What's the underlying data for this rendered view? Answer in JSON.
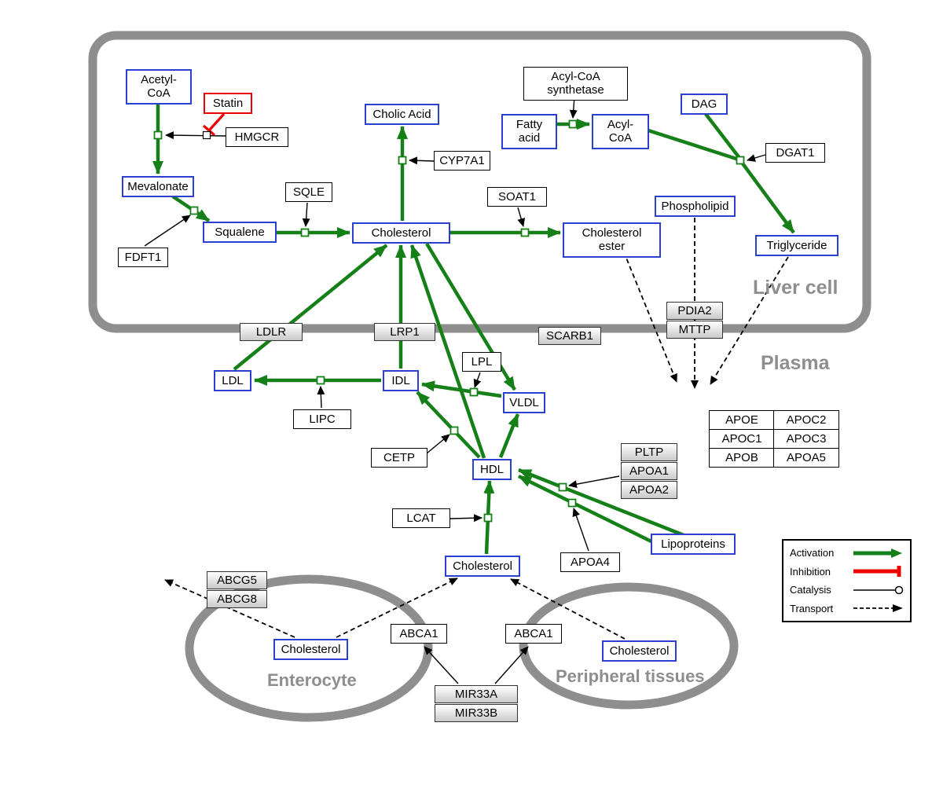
{
  "regions": {
    "liver_cell": "Liver cell",
    "plasma": "Plasma",
    "enterocyte": "Enterocyte",
    "peripheral": "Peripheral tissues"
  },
  "metabolites": {
    "acetyl_coa": "Acetyl-CoA",
    "mevalonate": "Mevalonate",
    "squalene": "Squalene",
    "cholesterol_liver": "Cholesterol",
    "cholic_acid": "Cholic Acid",
    "fatty_acid": "Fatty acid",
    "acyl_coa": "Acyl-CoA",
    "dag": "DAG",
    "phospholipid": "Phospholipid",
    "cholesterol_ester": "Cholesterol ester",
    "triglyceride": "Triglyceride",
    "ldl": "LDL",
    "idl": "IDL",
    "vldl": "VLDL",
    "hdl": "HDL",
    "lipoproteins": "Lipoproteins",
    "cholesterol_plasma": "Cholesterol",
    "cholesterol_enterocyte": "Cholesterol",
    "cholesterol_peripheral": "Cholesterol"
  },
  "drugs": {
    "statin": "Statin"
  },
  "enzymes": {
    "hmgcr": "HMGCR",
    "fdft1": "FDFT1",
    "sqle": "SQLE",
    "cyp7a1": "CYP7A1",
    "soat1": "SOAT1",
    "acyl_coa_synthetase": "Acyl-CoA synthetase",
    "dgat1": "DGAT1",
    "lipc": "LIPC",
    "lpl": "LPL",
    "cetp": "CETP",
    "lcat": "LCAT",
    "apoa4": "APOA4"
  },
  "transporters": {
    "ldlr": "LDLR",
    "lrp1": "LRP1",
    "scarb1": "SCARB1",
    "pdia2": "PDIA2",
    "mttp": "MTTP",
    "abcg5": "ABCG5",
    "abcg8": "ABCG8",
    "abca1_left": "ABCA1",
    "abca1_right": "ABCA1",
    "pltp": "PLTP",
    "apoa1": "APOA1",
    "apoa2": "APOA2",
    "mir33a": "MIR33A",
    "mir33b": "MIR33B"
  },
  "apo_table": {
    "rows": [
      [
        "APOE",
        "APOC2"
      ],
      [
        "APOC1",
        "APOC3"
      ],
      [
        "APOB",
        "APOA5"
      ]
    ]
  },
  "legend": {
    "activation": "Activation",
    "inhibition": "Inhibition",
    "catalysis": "Catalysis",
    "transport": "Transport"
  },
  "colors": {
    "metabolite_border": "#2b3fd0",
    "enzyme_border": "#000000",
    "activation_green": "#168018",
    "inhibition_red": "#ee0000",
    "membrane_gray": "#8e8e8e"
  }
}
